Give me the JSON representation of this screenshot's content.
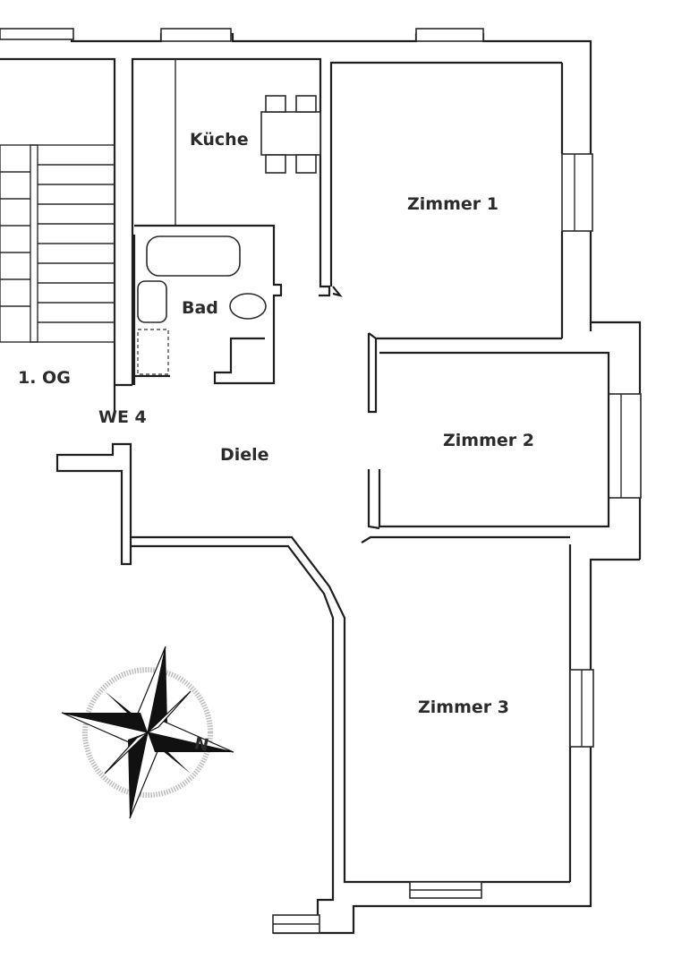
{
  "floor_label": "1. OG",
  "unit_label": "WE 4",
  "rooms": {
    "kitchen": "Küche",
    "bath": "Bad",
    "room1": "Zimmer 1",
    "room2": "Zimmer 2",
    "room3": "Zimmer 3",
    "hall": "Diele"
  },
  "compass": {
    "north_letter": "N"
  }
}
